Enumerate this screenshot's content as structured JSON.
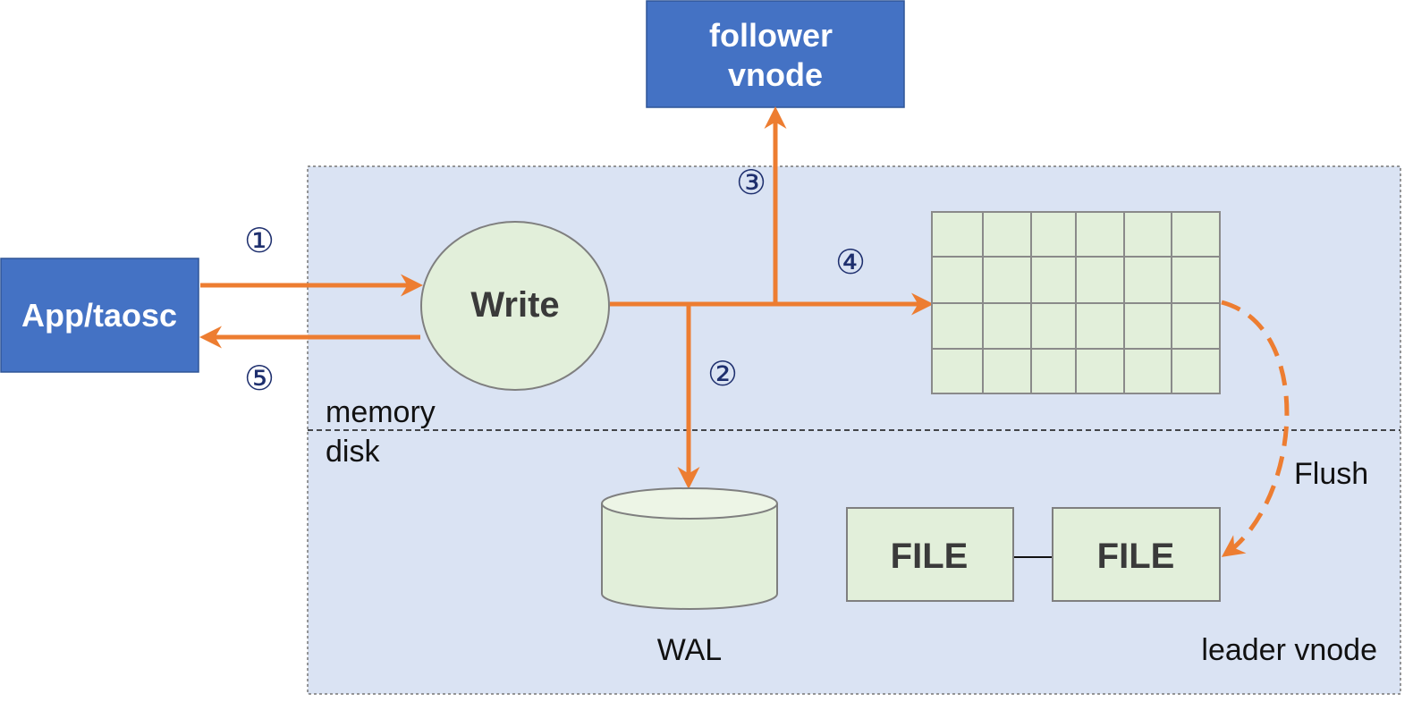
{
  "nodes": {
    "app": "App/taosc",
    "write": "Write",
    "follower_line1": "follower",
    "follower_line2": "vnode",
    "wal": "WAL",
    "file_1": "FILE",
    "file_2": "FILE",
    "leader": "leader vnode"
  },
  "labels": {
    "memory": "memory",
    "disk": "disk",
    "flush": "Flush"
  },
  "steps": {
    "s1": "①",
    "s2": "②",
    "s3": "③",
    "s4": "④",
    "s5": "⑤"
  },
  "colors": {
    "box_blue": "#4472c4",
    "region_fill": "#dae3f3",
    "node_fill": "#e2efda",
    "arrow_orange": "#ed7d31",
    "step_navy": "#1e2f6e"
  }
}
